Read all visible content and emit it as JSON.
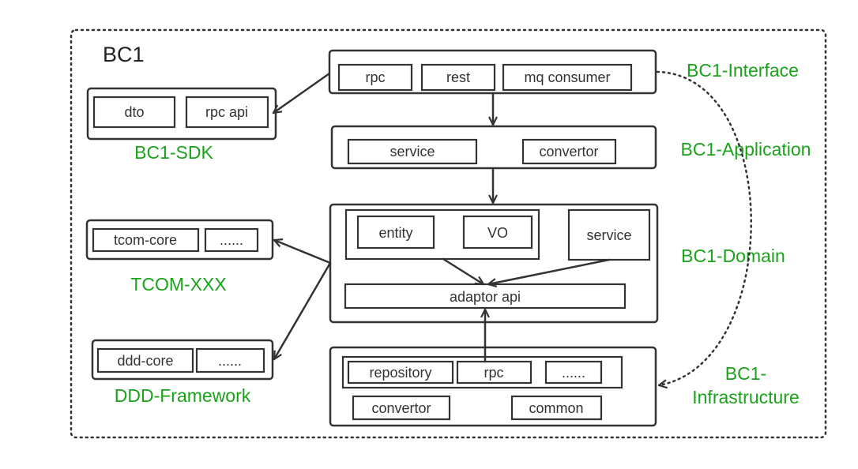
{
  "context": {
    "title": "BC1"
  },
  "layers": {
    "interface": {
      "label": "BC1-Interface",
      "items": [
        "rpc",
        "rest",
        "mq consumer"
      ]
    },
    "application": {
      "label": "BC1-Application",
      "items": [
        "service",
        "convertor"
      ]
    },
    "domain": {
      "label": "BC1-Domain",
      "items": [
        "entity",
        "VO",
        "service",
        "adaptor api"
      ]
    },
    "infrastructure": {
      "label_line1": "BC1-",
      "label_line2": "Infrastructure",
      "items": [
        "repository",
        "rpc",
        "......",
        "convertor",
        "common"
      ]
    }
  },
  "externals": {
    "sdk": {
      "label": "BC1-SDK",
      "items": [
        "dto",
        "rpc api"
      ]
    },
    "tcom": {
      "label": "TCOM-XXX",
      "items": [
        "tcom-core",
        "......"
      ]
    },
    "ddd": {
      "label": "DDD-Framework",
      "items": [
        "ddd-core",
        "......"
      ]
    }
  }
}
